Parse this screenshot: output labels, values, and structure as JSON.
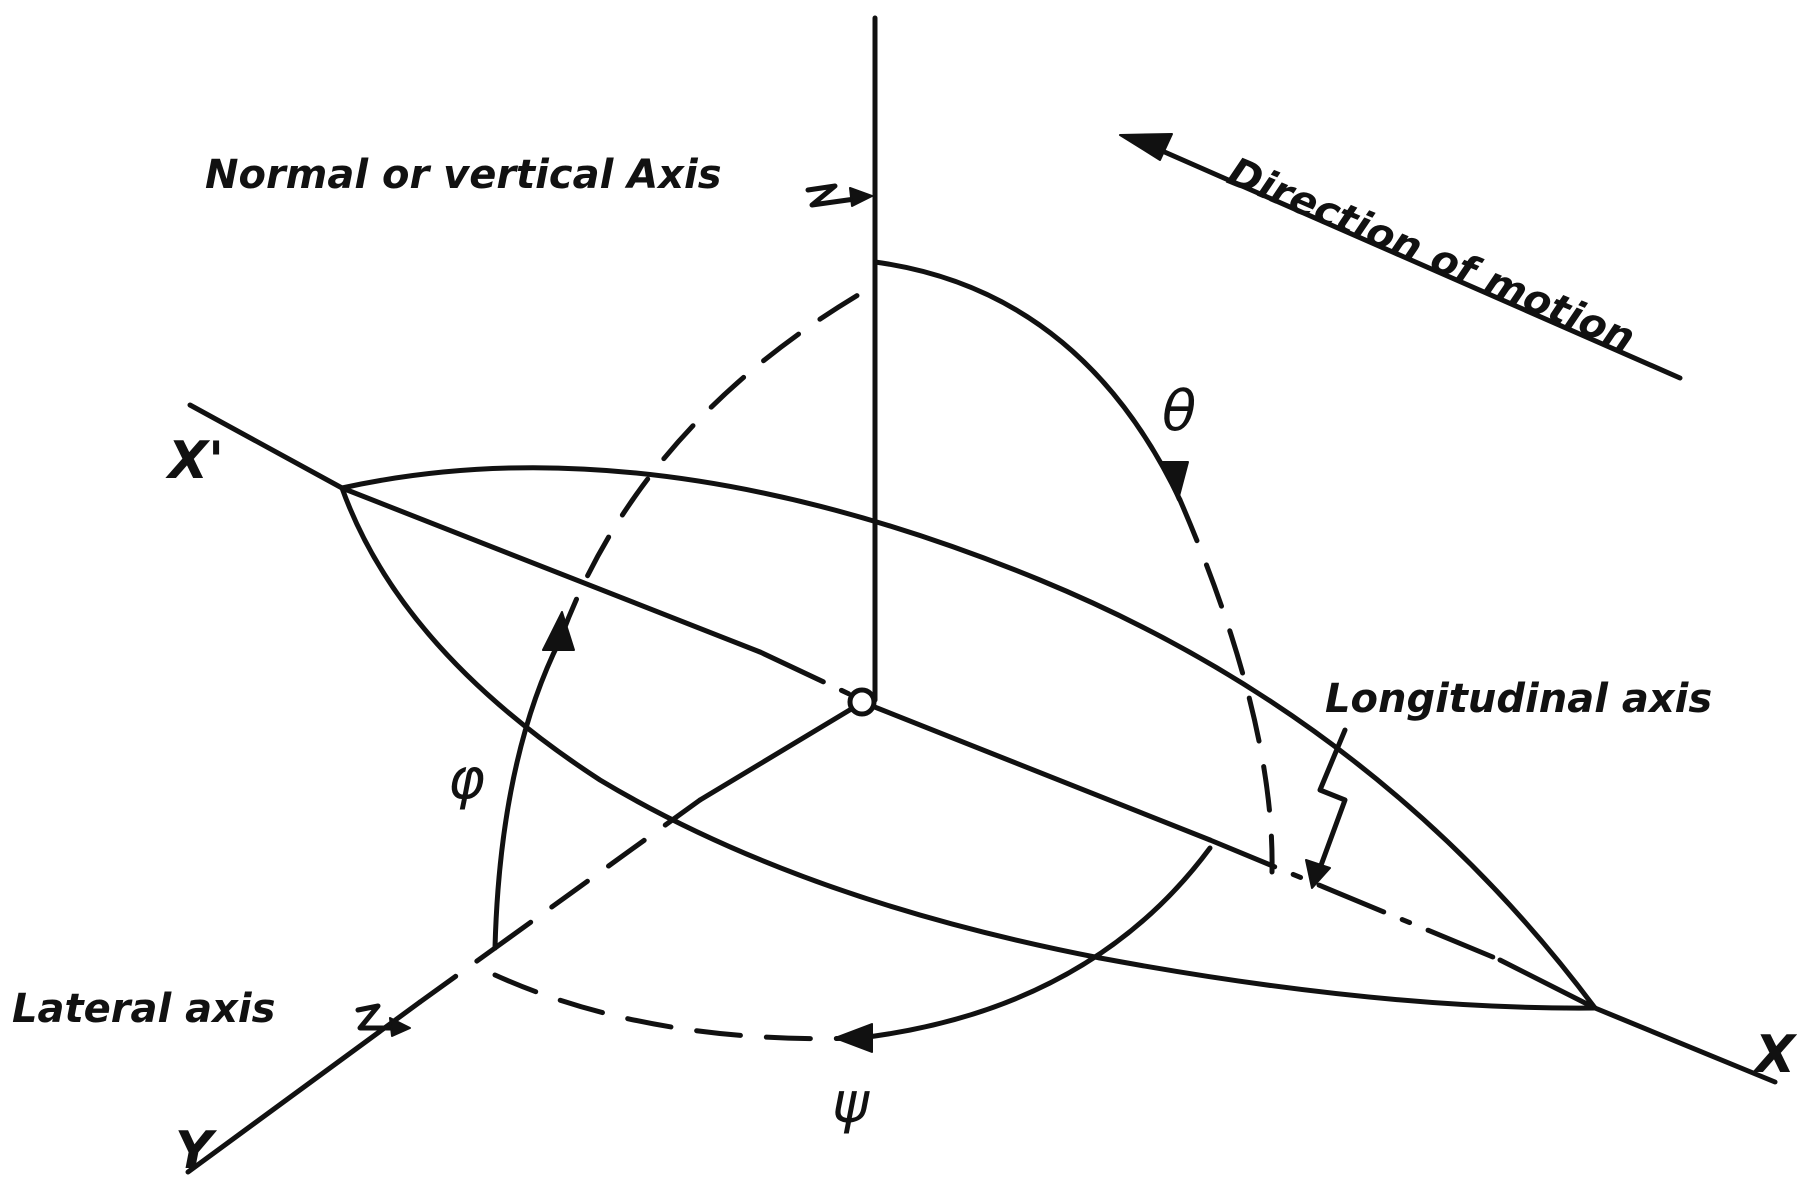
{
  "labels": {
    "normal_axis": "Normal or vertical Axis",
    "direction_of_motion": "Direction of motion",
    "longitudinal_axis": "Longitudinal axis",
    "lateral_axis": "Lateral axis",
    "x_prime": "X'",
    "x": "X",
    "y": "Y",
    "theta": "θ",
    "phi": "φ",
    "psi": "ψ"
  },
  "colors": {
    "ink": "#111111",
    "background": "#ffffff"
  }
}
